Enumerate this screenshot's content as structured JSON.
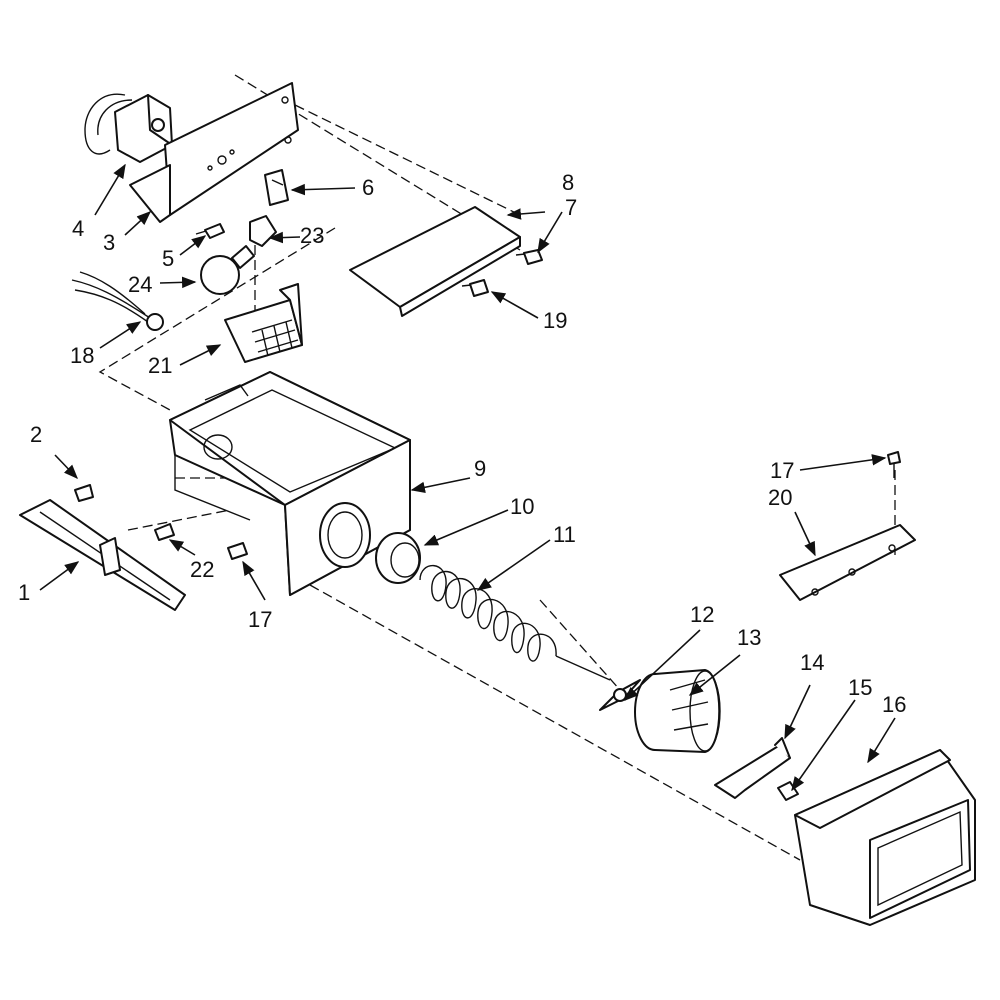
{
  "callouts": {
    "c1": "1",
    "c2": "2",
    "c3": "3",
    "c4": "4",
    "c5": "5",
    "c6": "6",
    "c7": "7",
    "c8": "8",
    "c9": "9",
    "c10": "10",
    "c11": "11",
    "c12": "12",
    "c13": "13",
    "c14": "14",
    "c15": "15",
    "c16": "16",
    "c17a": "17",
    "c17b": "17",
    "c18": "18",
    "c19": "19",
    "c20": "20",
    "c21": "21",
    "c22": "22",
    "c23": "23",
    "c24": "24"
  },
  "colors": {
    "ink": "#111111",
    "paper": "#ffffff"
  }
}
